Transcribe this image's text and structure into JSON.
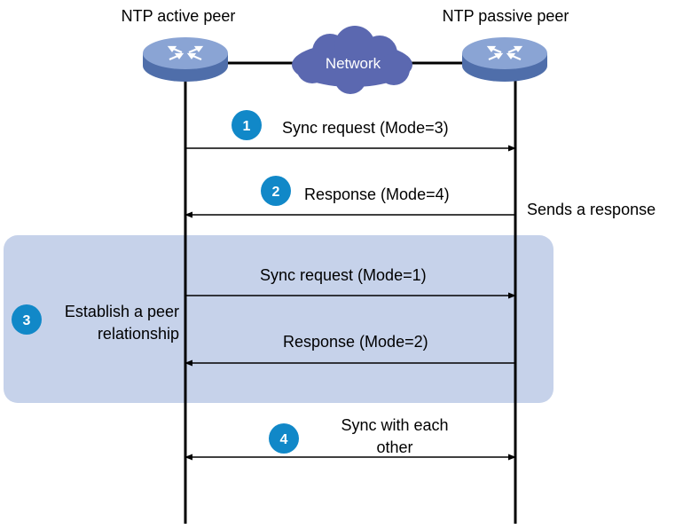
{
  "peers": {
    "active": "NTP active peer",
    "passive": "NTP passive peer"
  },
  "network": {
    "label": "Network"
  },
  "steps": {
    "s1": {
      "num": "1",
      "label": "Sync request (Mode=3)"
    },
    "s2": {
      "num": "2",
      "label": "Response (Mode=4)",
      "side_note": "Sends a response"
    },
    "s3": {
      "num": "3",
      "phase_line1": "Establish a peer",
      "phase_line2": "relationship",
      "request": "Sync request (Mode=1)",
      "response": "Response (Mode=2)"
    },
    "s4": {
      "num": "4",
      "line1": "Sync with each",
      "line2": "other"
    }
  },
  "colors": {
    "device_top": "#8aa4d4",
    "device_side": "#4f6eaa",
    "cloud": "#5b68b0",
    "step_circle": "#1188c8",
    "phase_bg": "#c6d2ea",
    "line": "#000000"
  },
  "icons": {
    "device": "router-icon",
    "network": "cloud-icon"
  }
}
